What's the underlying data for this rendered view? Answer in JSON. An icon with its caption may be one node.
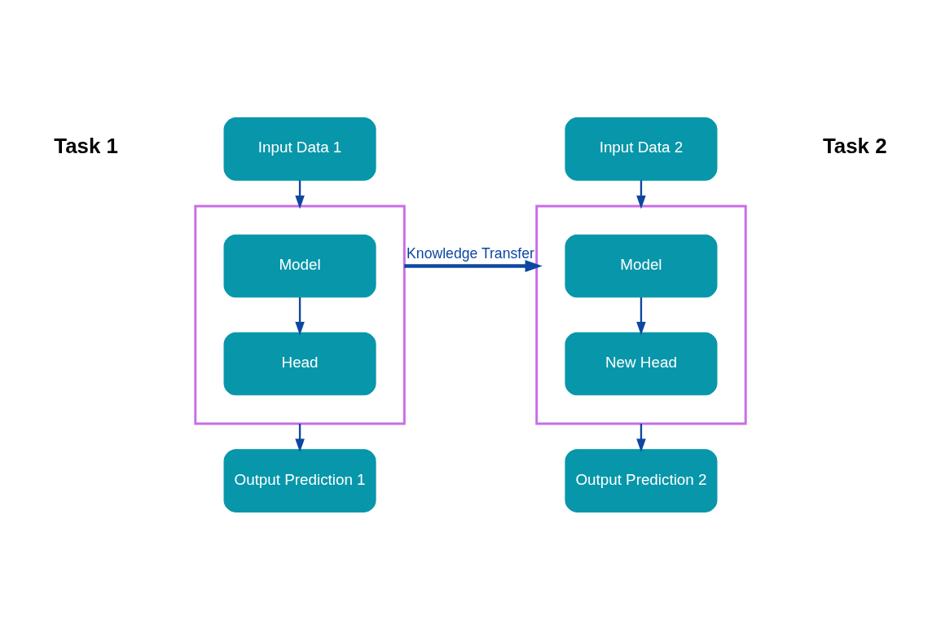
{
  "diagram": {
    "nodes": [
      {
        "text": [
          "Input Data 1"
        ]
      },
      {
        "text": [],
        "shape": "box"
      },
      {
        "text": [
          "Model"
        ],
        "in": 1
      },
      {
        "text": [
          "Head"
        ],
        "in": 1
      },
      {
        "text": [
          "Output Prediction 1"
        ]
      },
      {
        "text": [
          "Input Data 2"
        ]
      },
      {
        "text": [],
        "shape": "box"
      },
      {
        "text": [
          "Model"
        ],
        "in": 6
      },
      {
        "text": [
          "New Head"
        ],
        "in": 6
      },
      {
        "text": [
          "Output Prediction 2"
        ]
      }
    ],
    "edges": [
      {
        "from": 0,
        "to": 1,
        "arrow": "to"
      },
      {
        "from": 2,
        "to": 3,
        "arrow": "to"
      },
      {
        "from": 1,
        "to": 4,
        "arrow": "to"
      },
      {
        "from": 1,
        "to": 6,
        "arrow": "to",
        "label": "Knowledge Transfer",
        "style": "thick"
      },
      {
        "from": 5,
        "to": 6,
        "arrow": "to"
      },
      {
        "from": 7,
        "to": 8,
        "arrow": "to"
      },
      {
        "from": 6,
        "to": 9,
        "arrow": "to"
      }
    ],
    "labels": [
      "Task 1",
      "Task 2"
    ]
  }
}
